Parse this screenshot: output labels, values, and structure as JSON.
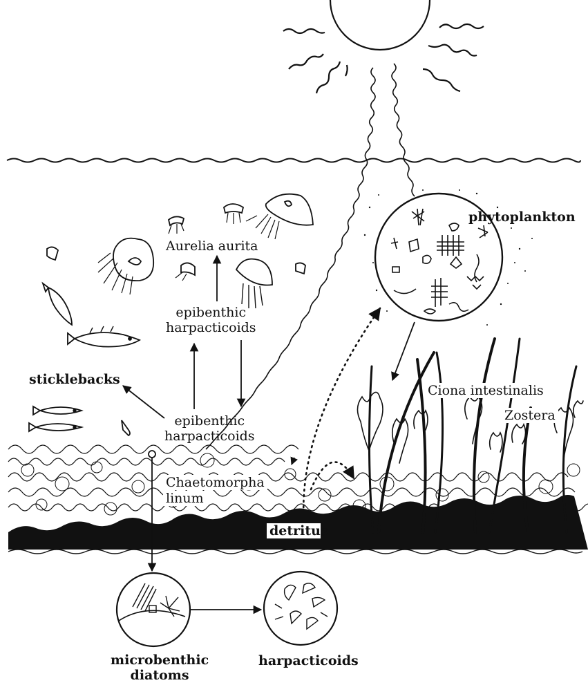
{
  "labels": {
    "phytoplankton": "phytoplankton",
    "aurelia": "Aurelia aurita",
    "epibenthic_top_1": "epibenthic",
    "epibenthic_top_2": "harpacticoids",
    "sticklebacks": "sticklebacks",
    "epibenthic_bottom_1": "epibenthic",
    "epibenthic_bottom_2": "harpacticoids",
    "ciona": "Ciona intestinalis",
    "zostera": "Zostera",
    "chaetomorpha_1": "Chaetomorpha",
    "chaetomorpha_2": "linum",
    "detritus": "detritus",
    "diatoms_1": "microbenthic",
    "diatoms_2": "diatoms",
    "harpacticoids": "harpacticoids"
  },
  "colors": {
    "ink": "#111111",
    "paper": "#ffffff"
  },
  "icons": [
    "sun-icon",
    "jellyfish-icon",
    "stickleback-fish-icon",
    "phytoplankton-circle-icon",
    "seaweed-icon",
    "diatom-circle-icon",
    "harpacticoid-circle-icon"
  ]
}
